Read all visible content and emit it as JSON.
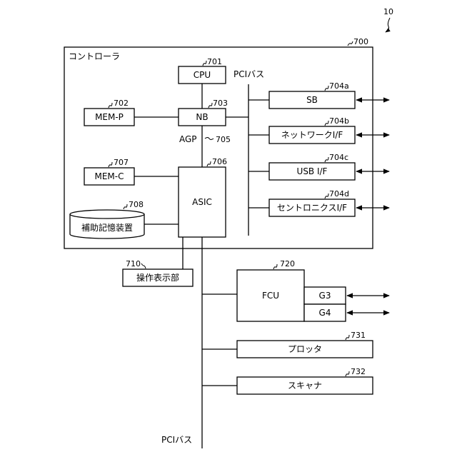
{
  "figure_ref": "10",
  "controller": {
    "ref": "700",
    "label": "コントローラ"
  },
  "cpu": {
    "ref": "701",
    "label": "CPU"
  },
  "nb": {
    "ref": "703",
    "label": "NB"
  },
  "mem_p": {
    "ref": "702",
    "label": "MEM-P"
  },
  "agp": {
    "ref": "705",
    "label": "AGP"
  },
  "asic": {
    "ref": "706",
    "label": "ASIC"
  },
  "mem_c": {
    "ref": "707",
    "label": "MEM-C"
  },
  "storage": {
    "ref": "708",
    "label": "補助記憶装置"
  },
  "pci_bus_label": "PCIバス",
  "sb": {
    "ref": "704a",
    "label": "SB"
  },
  "network_if": {
    "ref": "704b",
    "label": "ネットワークI/F"
  },
  "usb_if": {
    "ref": "704c",
    "label": "USB I/F"
  },
  "centronics_if": {
    "ref": "704d",
    "label": "セントロニクスI/F"
  },
  "operation_panel": {
    "ref": "710",
    "label": "操作表示部"
  },
  "fcu": {
    "ref": "720",
    "label": "FCU",
    "g3": "G3",
    "g4": "G4"
  },
  "plotter": {
    "ref": "731",
    "label": "プロッタ"
  },
  "scanner": {
    "ref": "732",
    "label": "スキャナ"
  },
  "main_pci_bus_label": "PCIバス"
}
